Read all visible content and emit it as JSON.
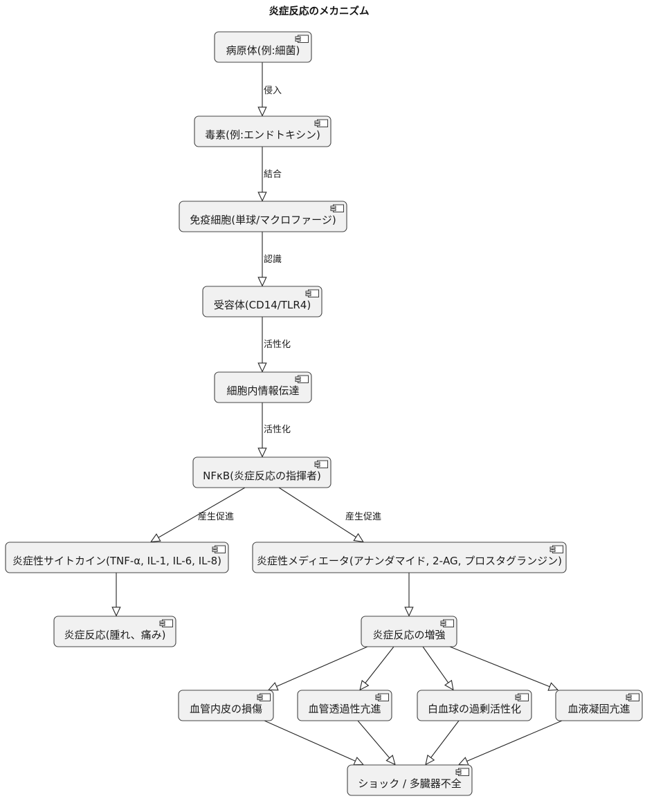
{
  "title": "炎症反応のメカニズム",
  "colors": {
    "background": "#ffffff",
    "node_fill": "#f1f1f1",
    "node_border": "#454545",
    "edge": "#242424",
    "text": "#1a1a1a"
  },
  "diagram": {
    "type": "flowchart",
    "node_icon": "uml-component-icon",
    "nodes": [
      {
        "id": "pathogen",
        "label": "病原体(例:細菌)"
      },
      {
        "id": "toxin",
        "label": "毒素(例:エンドトキシン)"
      },
      {
        "id": "immune-cell",
        "label": "免疫細胞(単球/マクロファージ)"
      },
      {
        "id": "receptor",
        "label": "受容体(CD14/TLR4)"
      },
      {
        "id": "signaling",
        "label": "細胞内情報伝達"
      },
      {
        "id": "nfkb",
        "label": "NFκB(炎症反応の指揮者)"
      },
      {
        "id": "cytokines",
        "label": "炎症性サイトカイン(TNF-α, IL-1, IL-6, IL-8)"
      },
      {
        "id": "mediators",
        "label": "炎症性メディエータ(アナンダマイド, 2-AG, プロスタグランジン)"
      },
      {
        "id": "inflammation",
        "label": "炎症反応(腫れ、痛み)"
      },
      {
        "id": "amplification",
        "label": "炎症反応の増強"
      },
      {
        "id": "endothelium",
        "label": "血管内皮の損傷"
      },
      {
        "id": "permeability",
        "label": "血管透過性亢進"
      },
      {
        "id": "leukocytes",
        "label": "白血球の過剰活性化"
      },
      {
        "id": "coagulation",
        "label": "血液凝固亢進"
      },
      {
        "id": "shock",
        "label": "ショック / 多臓器不全"
      }
    ],
    "edges": [
      {
        "from": "pathogen",
        "to": "toxin",
        "label": "侵入"
      },
      {
        "from": "toxin",
        "to": "immune-cell",
        "label": "結合"
      },
      {
        "from": "immune-cell",
        "to": "receptor",
        "label": "認識"
      },
      {
        "from": "receptor",
        "to": "signaling",
        "label": "活性化"
      },
      {
        "from": "signaling",
        "to": "nfkb",
        "label": "活性化"
      },
      {
        "from": "nfkb",
        "to": "cytokines",
        "label": "産生促進"
      },
      {
        "from": "nfkb",
        "to": "mediators",
        "label": "産生促進"
      },
      {
        "from": "cytokines",
        "to": "inflammation",
        "label": ""
      },
      {
        "from": "mediators",
        "to": "amplification",
        "label": ""
      },
      {
        "from": "amplification",
        "to": "endothelium",
        "label": ""
      },
      {
        "from": "amplification",
        "to": "permeability",
        "label": ""
      },
      {
        "from": "amplification",
        "to": "leukocytes",
        "label": ""
      },
      {
        "from": "amplification",
        "to": "coagulation",
        "label": ""
      },
      {
        "from": "endothelium",
        "to": "shock",
        "label": ""
      },
      {
        "from": "permeability",
        "to": "shock",
        "label": ""
      },
      {
        "from": "leukocytes",
        "to": "shock",
        "label": ""
      },
      {
        "from": "coagulation",
        "to": "shock",
        "label": ""
      }
    ]
  }
}
